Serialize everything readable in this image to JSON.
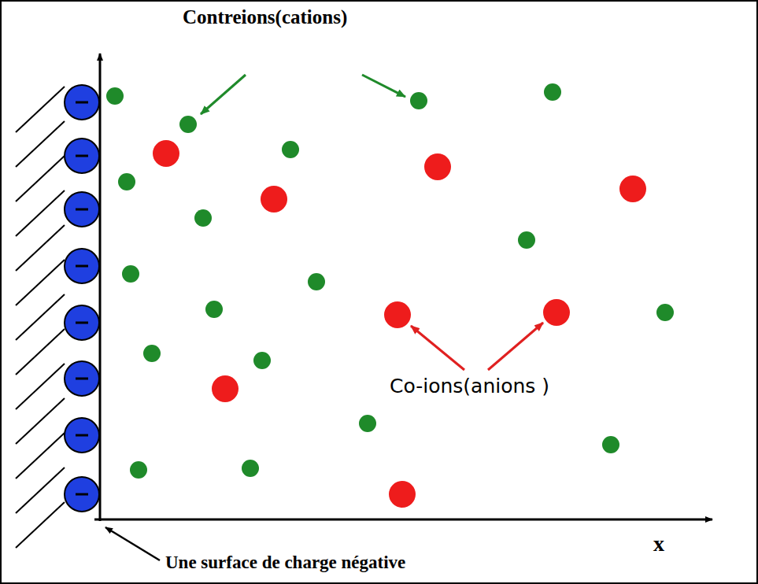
{
  "diagram": {
    "labels": [
      "Contreions(cations)",
      "Co-ions(anions )",
      "x",
      "Une surface de charge négative"
    ]
  }
}
